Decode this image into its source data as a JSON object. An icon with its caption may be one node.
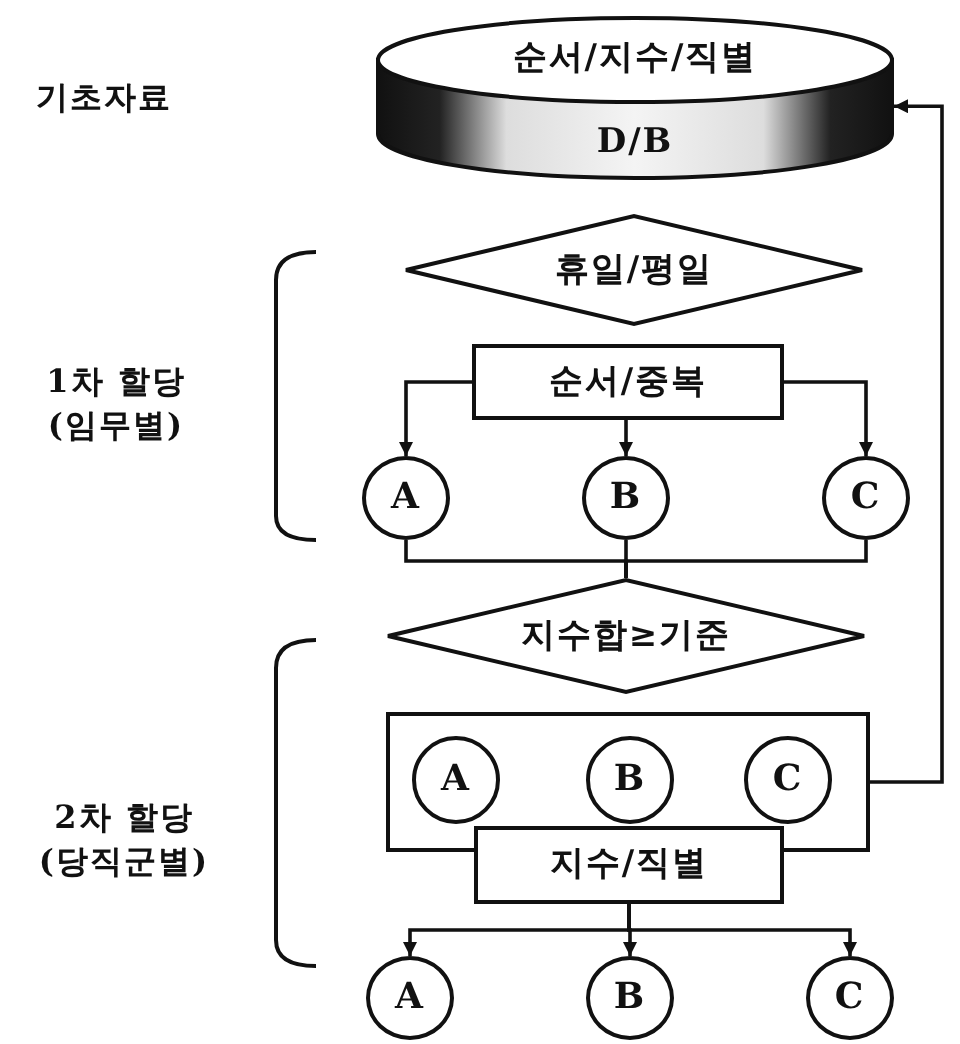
{
  "diagram": {
    "nodes": [
      {
        "text": [
          "순서/지수/직별",
          "D/B"
        ]
      },
      {
        "text": [
          "휴일/평일"
        ]
      },
      {
        "text": [
          "순서/중복"
        ]
      },
      {
        "text": [
          "A"
        ]
      },
      {
        "text": [
          "B"
        ]
      },
      {
        "text": [
          "C"
        ]
      },
      {
        "text": [
          "지수합≥기준"
        ]
      },
      {
        "text": [],
        "shape": "box"
      },
      {
        "text": [
          "A"
        ],
        "in": 7
      },
      {
        "text": [
          "B"
        ],
        "in": 7
      },
      {
        "text": [
          "C"
        ],
        "in": 7
      },
      {
        "text": [
          "지수/직별"
        ]
      },
      {
        "text": [
          "A"
        ]
      },
      {
        "text": [
          "B"
        ]
      },
      {
        "text": [
          "C"
        ]
      }
    ],
    "edges": [
      {
        "from": 2,
        "to": 3,
        "arrow": "to"
      },
      {
        "from": 2,
        "to": 4,
        "arrow": "to"
      },
      {
        "from": 2,
        "to": 5,
        "arrow": "to"
      },
      {
        "from": 3,
        "to": 6,
        "arrow": "none"
      },
      {
        "from": 4,
        "to": 6,
        "arrow": "none"
      },
      {
        "from": 5,
        "to": 6,
        "arrow": "none"
      },
      {
        "from": 11,
        "to": 12,
        "arrow": "to"
      },
      {
        "from": 11,
        "to": 13,
        "arrow": "to"
      },
      {
        "from": 11,
        "to": 14,
        "arrow": "to"
      },
      {
        "from": 7,
        "to": 0,
        "arrow": "to"
      }
    ],
    "labels": [
      "기초자료",
      "1차 할당 (임무별)",
      "2차 할당 (당직군별)"
    ]
  }
}
